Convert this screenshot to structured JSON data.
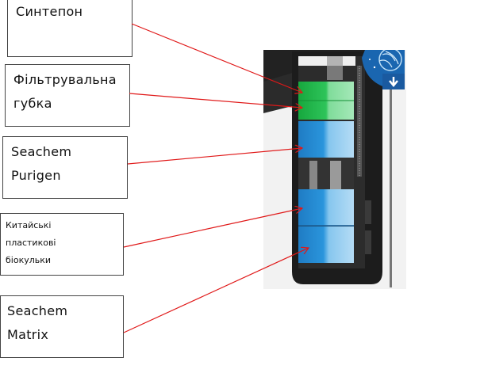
{
  "diagram": {
    "type": "annotated-product-image",
    "subject": "aquarium internal filter media layout",
    "labels": [
      {
        "id": "sintepon",
        "lines": [
          "Синтепон"
        ]
      },
      {
        "id": "sponge",
        "lines": [
          "Фільтрувальна",
          "губка"
        ]
      },
      {
        "id": "purigen",
        "lines": [
          "Seachem",
          "Purigen"
        ]
      },
      {
        "id": "bioballs",
        "lines": [
          "Китайські",
          "пластикові",
          "біокульки"
        ]
      },
      {
        "id": "matrix",
        "lines": [
          "Seachem",
          "Matrix"
        ]
      }
    ],
    "colors": {
      "arrow": "#e01818",
      "sponge_green": "#1fb84a",
      "media_blue": "#2a8fd6",
      "housing": "#1c1c1c",
      "badge_blue": "#1a66b0"
    },
    "icons": {
      "badge": "flow-fan-icon",
      "badge_arrow": "down-arrow-icon"
    }
  }
}
